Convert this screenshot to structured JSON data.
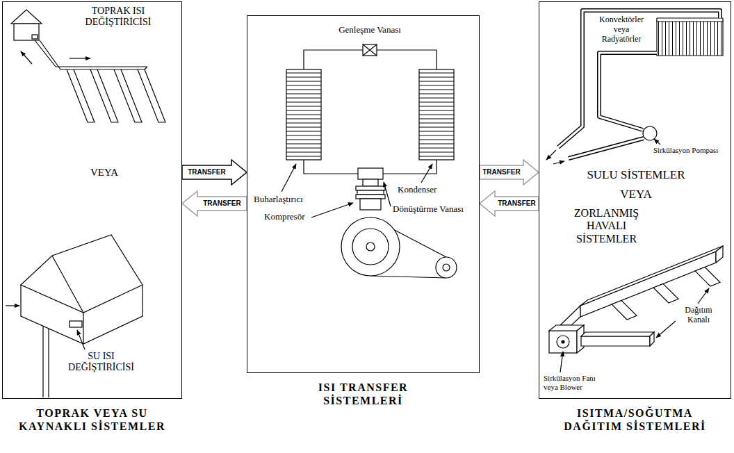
{
  "diagram": {
    "nodes": [
      {
        "text": [
          "TOPRAK VEYA SU KAYNAKLI SİSTEMLER"
        ]
      },
      {
        "text": [
          "ISI TRANSFER SİSTEMLERİ"
        ]
      },
      {
        "text": [
          "ISITMA/SOĞUTMA DAĞITIM SİSTEMLERİ"
        ]
      }
    ],
    "edges": [
      {
        "from": 0,
        "to": 1,
        "arrow": "to",
        "label": "TRANSFER"
      },
      {
        "from": 1,
        "to": 0,
        "arrow": "to",
        "label": "TRANSFER"
      },
      {
        "from": 1,
        "to": 2,
        "arrow": "to",
        "label": "TRANSFER"
      },
      {
        "from": 2,
        "to": 1,
        "arrow": "to",
        "label": "TRANSFER"
      }
    ],
    "labels": [
      "TOPRAK ISI DEĞİŞTİRİCİSİ",
      "VEYA",
      "SU ISI DEĞİŞTİRİCİSİ",
      "Genleşme Vanası",
      "Buharlaştırıcı",
      "Kompresör",
      "Kondenser",
      "Dönüştürme Vanası",
      "Konvektörler veya Radyatörler",
      "Sirkülasyon Pompası",
      "SULU SİSTEMLER",
      "VEYA",
      "ZORLANMIŞ HAVALI SİSTEMLER",
      "Dağıtım Kanalı",
      "Sirkülasyon Fanı veya Blower"
    ]
  }
}
